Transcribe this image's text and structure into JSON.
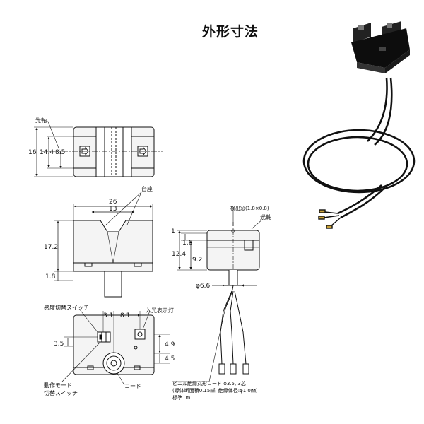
{
  "title": "外形寸法",
  "colors": {
    "line": "#111111",
    "body": "#f2f2f2",
    "ink": "#000000",
    "cable": "#0a0a0a"
  },
  "top_view": {
    "optical_axis": "光軸",
    "dim_16": "16",
    "dim_14_4": "14.4",
    "dim_8_5": "8.5"
  },
  "front_view": {
    "mount": "台座",
    "dim_26": "26",
    "dim_13": "13",
    "dim_17_2": "17.2",
    "dim_1_8": "1.8"
  },
  "side_view": {
    "detection_window": "検出窓(1.8×0.8)",
    "optical_axis": "光軸",
    "dim_1": "1",
    "dim_1_6": "1.6",
    "dim_12_4": "12.4",
    "dim_9_2": "9.2",
    "dim_phi_6_6": "φ6.6"
  },
  "bottom_view": {
    "sensitivity_switch": "感度切替スイッチ",
    "light_indicator": "入光表示灯",
    "mode_switch_line1": "動作モード",
    "mode_switch_line2": "切替スイッチ",
    "cord": "コード",
    "dim_3_1": "3.1",
    "dim_8_1": "8.1",
    "dim_3_5": "3.5",
    "dim_4_9": "4.9",
    "dim_4_5": "4.5"
  },
  "cable_note": {
    "line1": "ビニル絶縁丸形コード φ3.5, 3芯",
    "line2": "(導体断面積0.15㎟, 絶縁体径:φ1.0㎜)",
    "line3": "標準1m"
  }
}
